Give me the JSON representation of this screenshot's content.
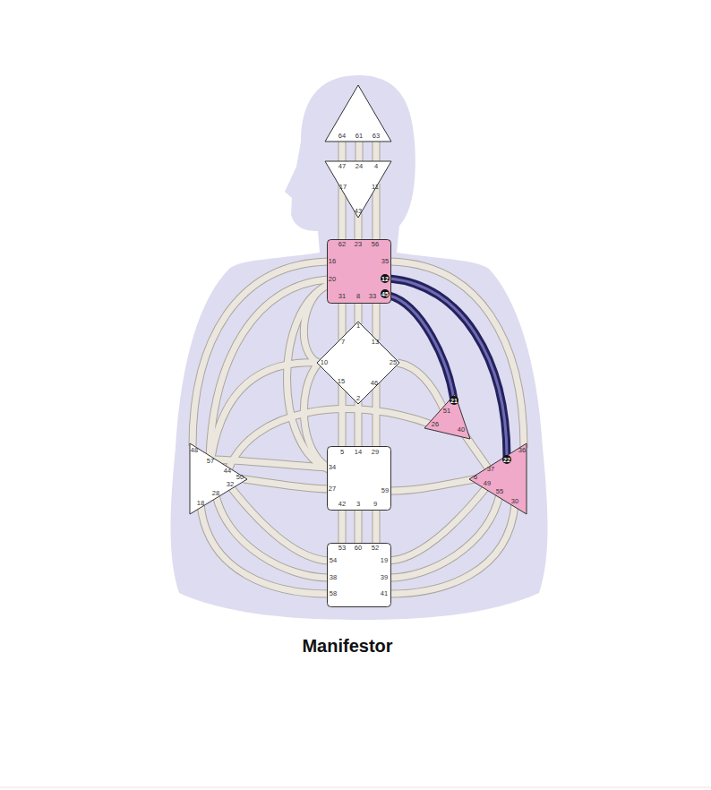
{
  "diagram": {
    "caption": "Manifestor",
    "nodes": [
      {
        "text": [
          "64",
          "61",
          "63"
        ]
      },
      {
        "text": [
          "47",
          "24",
          "4",
          "17",
          "11",
          "43"
        ]
      },
      {
        "text": [
          "62",
          "23",
          "56",
          "16",
          "35",
          "20",
          "12",
          "31",
          "8",
          "33",
          "45"
        ]
      },
      {
        "text": [
          "1",
          "7",
          "13",
          "10",
          "25",
          "15",
          "46",
          "2"
        ]
      },
      {
        "text": [
          "21",
          "51",
          "26",
          "40"
        ]
      },
      {
        "text": [
          "48",
          "57",
          "44",
          "50",
          "32",
          "28",
          "18"
        ]
      },
      {
        "text": [
          "5",
          "14",
          "29",
          "34",
          "27",
          "59",
          "42",
          "3",
          "9"
        ]
      },
      {
        "text": [
          "36",
          "22",
          "37",
          "6",
          "49",
          "55",
          "30"
        ]
      },
      {
        "text": [
          "53",
          "60",
          "52",
          "54",
          "19",
          "38",
          "39",
          "58",
          "41"
        ]
      }
    ],
    "edges": [
      {
        "from": 0,
        "to": 1,
        "arrow": "none"
      },
      {
        "from": 0,
        "to": 1,
        "arrow": "none"
      },
      {
        "from": 0,
        "to": 1,
        "arrow": "none"
      },
      {
        "from": 1,
        "to": 2,
        "arrow": "none"
      },
      {
        "from": 1,
        "to": 2,
        "arrow": "none"
      },
      {
        "from": 1,
        "to": 2,
        "arrow": "none"
      },
      {
        "from": 2,
        "to": 3,
        "arrow": "none"
      },
      {
        "from": 2,
        "to": 3,
        "arrow": "none"
      },
      {
        "from": 2,
        "to": 3,
        "arrow": "none"
      },
      {
        "from": 2,
        "to": 3,
        "arrow": "none"
      },
      {
        "from": 2,
        "to": 4,
        "arrow": "none"
      },
      {
        "from": 2,
        "to": 7,
        "arrow": "none"
      },
      {
        "from": 2,
        "to": 7,
        "arrow": "none"
      },
      {
        "from": 2,
        "to": 5,
        "arrow": "none"
      },
      {
        "from": 2,
        "to": 5,
        "arrow": "none"
      },
      {
        "from": 2,
        "to": 6,
        "arrow": "none"
      },
      {
        "from": 3,
        "to": 6,
        "arrow": "none"
      },
      {
        "from": 3,
        "to": 6,
        "arrow": "none"
      },
      {
        "from": 3,
        "to": 6,
        "arrow": "none"
      },
      {
        "from": 3,
        "to": 6,
        "arrow": "none"
      },
      {
        "from": 3,
        "to": 4,
        "arrow": "none"
      },
      {
        "from": 3,
        "to": 5,
        "arrow": "none"
      },
      {
        "from": 4,
        "to": 5,
        "arrow": "none"
      },
      {
        "from": 4,
        "to": 7,
        "arrow": "none"
      },
      {
        "from": 5,
        "to": 6,
        "arrow": "none"
      },
      {
        "from": 5,
        "to": 6,
        "arrow": "none"
      },
      {
        "from": 6,
        "to": 7,
        "arrow": "none"
      },
      {
        "from": 6,
        "to": 8,
        "arrow": "none"
      },
      {
        "from": 6,
        "to": 8,
        "arrow": "none"
      },
      {
        "from": 6,
        "to": 8,
        "arrow": "none"
      },
      {
        "from": 5,
        "to": 8,
        "arrow": "none"
      },
      {
        "from": 5,
        "to": 8,
        "arrow": "none"
      },
      {
        "from": 5,
        "to": 8,
        "arrow": "none"
      },
      {
        "from": 7,
        "to": 8,
        "arrow": "none"
      },
      {
        "from": 7,
        "to": 8,
        "arrow": "none"
      },
      {
        "from": 7,
        "to": 8,
        "arrow": "none"
      }
    ]
  }
}
